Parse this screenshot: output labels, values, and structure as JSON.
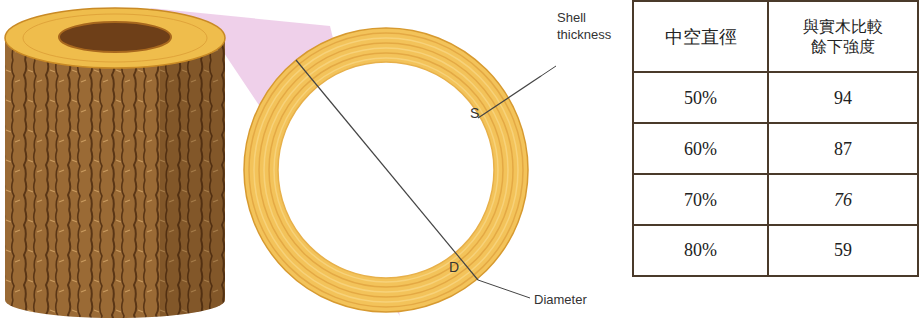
{
  "diagram": {
    "labels": [
      "Shell thickness",
      "S",
      "D",
      "Diameter",
      "中空直徑",
      "與實木比較 餘下強度",
      "50%",
      "94",
      "60%",
      "87",
      "70%",
      "76",
      "80%",
      "59"
    ]
  }
}
